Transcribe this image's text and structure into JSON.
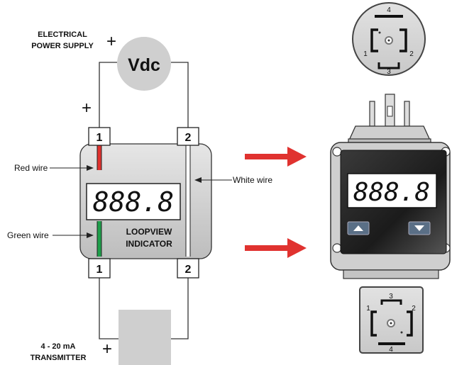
{
  "power_supply": {
    "label_line1": "ELECTRICAL",
    "label_line2": "POWER SUPPLY",
    "plus_sign": "+",
    "source_label": "Vdc",
    "wire_plus_sign": "+"
  },
  "indicator": {
    "name_line1": "LOOPVIEW",
    "name_line2": "INDICATOR",
    "display_value": "888.8",
    "terminal_top_left": "1",
    "terminal_top_right": "2",
    "terminal_bottom_left": "1",
    "terminal_bottom_right": "2",
    "wire_colors": {
      "red": "#e0322f",
      "green": "#1e9e4a",
      "white": "#ffffff"
    }
  },
  "callouts": {
    "red_wire": "Red wire",
    "green_wire": "Green wire",
    "white_wire": "White wire"
  },
  "transmitter": {
    "label_line1": "4 - 20 mA",
    "label_line2": "TRANSMITTER",
    "plus_sign": "+"
  },
  "connector_round": {
    "pins": [
      "4",
      "1",
      "2",
      "3"
    ]
  },
  "device": {
    "display_value": "888.8"
  },
  "connector_square": {
    "pins": [
      "3",
      "1",
      "2",
      "4"
    ]
  },
  "colors": {
    "arrow": "#e0322f",
    "housing": "#d4d4d4",
    "panel": "#222222"
  }
}
